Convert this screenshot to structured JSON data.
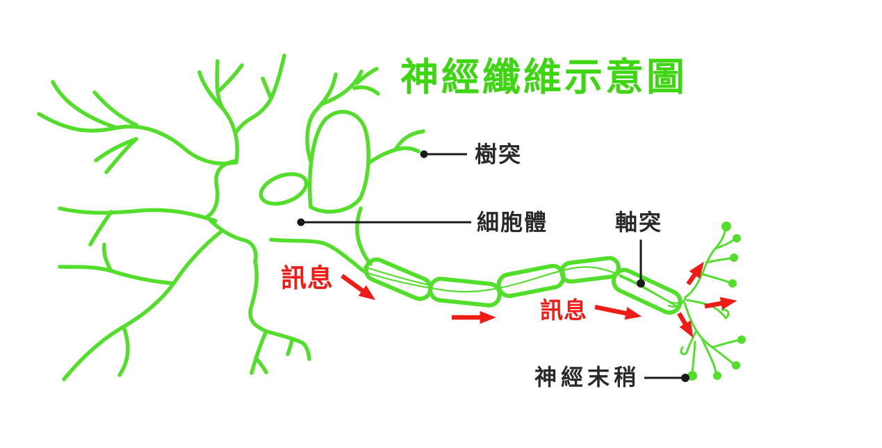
{
  "title": {
    "text": "神經纖維示意圖"
  },
  "labels": {
    "dendrite": {
      "text": "樹突"
    },
    "cell_body": {
      "text": "細胞體"
    },
    "axon": {
      "text": "軸突"
    },
    "nerve_terminal": {
      "text": "神經末稍"
    },
    "signal_1": {
      "text": "訊息"
    },
    "signal_2": {
      "text": "訊息"
    }
  },
  "colors": {
    "drawing_green": "#52de2a",
    "title_green": "#3ed513",
    "signal_red": "#ed1c16",
    "label_black": "#2b2828",
    "background": "#ffffff"
  }
}
